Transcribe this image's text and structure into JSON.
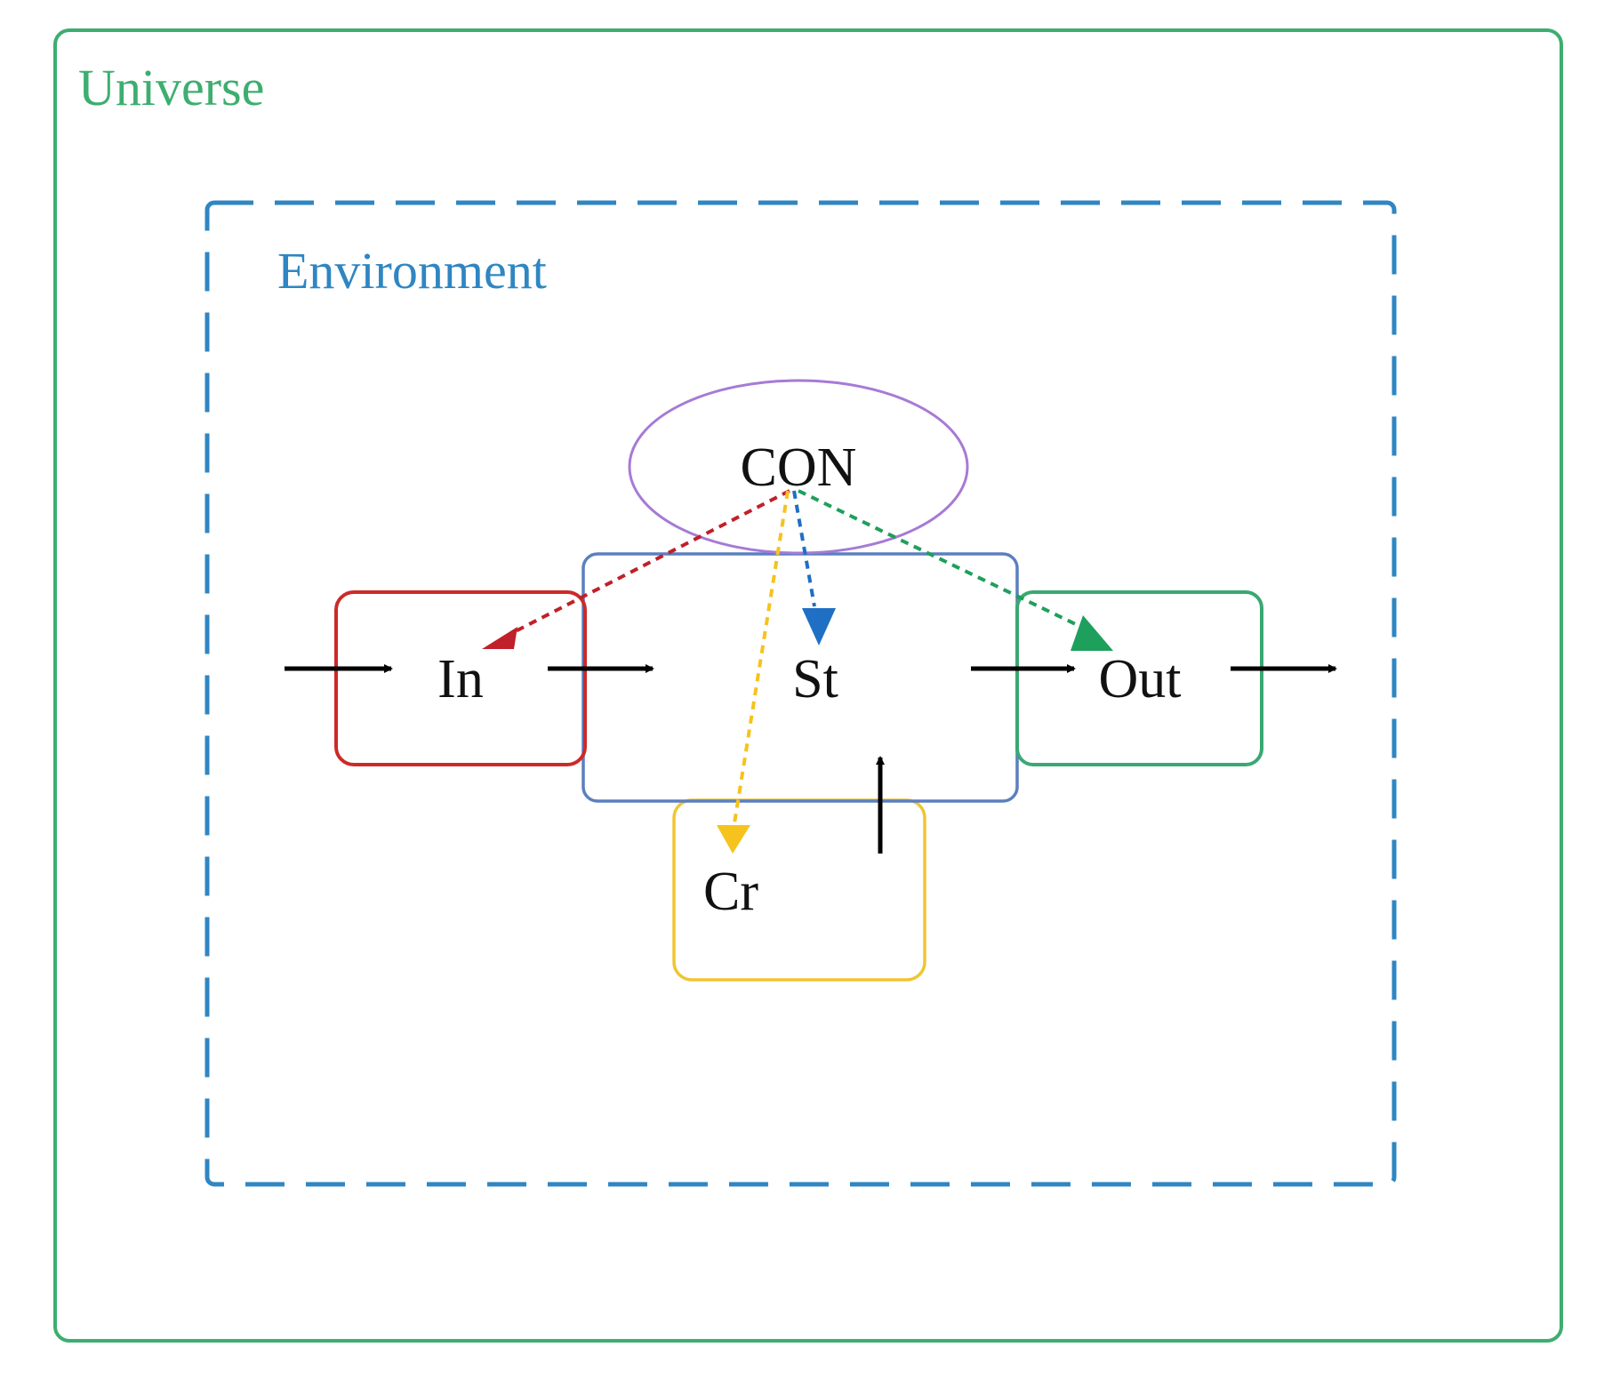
{
  "diagram": {
    "colors": {
      "universe": "#3dae6f",
      "environment": "#2f86c2",
      "input": "#cc2a2a",
      "state": "#5b7fc0",
      "output": "#3aa873",
      "creator": "#f0c533",
      "controller": "#a77ad6",
      "arrow": "#000000",
      "con_to_in": "#c0202a",
      "con_to_st": "#1f6fc4",
      "con_to_out": "#1f9f5c",
      "con_to_cr": "#f6c21e"
    },
    "universe": {
      "label": "Universe"
    },
    "environment": {
      "label": "Environment"
    },
    "nodes": {
      "controller": {
        "label": "CON"
      },
      "input": {
        "label": "In"
      },
      "state": {
        "label": "St"
      },
      "output": {
        "label": "Out"
      },
      "creator": {
        "label": "Cr"
      }
    }
  }
}
